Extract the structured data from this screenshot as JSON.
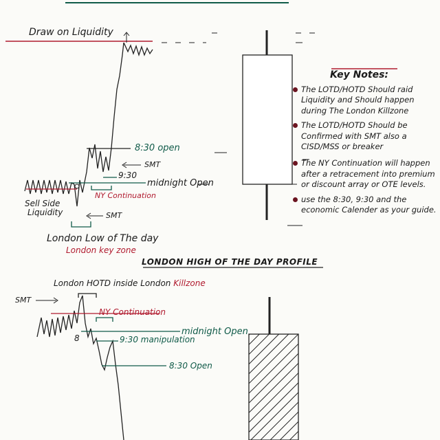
{
  "top_diagram": {
    "draw_on_liquidity": "Draw on Liquidity",
    "open_830": "8:30 open",
    "smt_top": "SMT",
    "time_930": "9:30",
    "midnight_open": "midnight Open",
    "ny_continuation": "NY Continuation",
    "sell_side_liquidity_1": "Sell Side",
    "sell_side_liquidity_2": "Liquidity",
    "smt_bottom": "SMT",
    "london_low": "London Low of The day",
    "london_key_zone": "London key zone"
  },
  "key_notes": {
    "heading": "Key Notes:",
    "items": [
      "The LOTD/HOTD Should raid Liquidity and Should happen during The London Killzone",
      "The LOTD/HOTD Should be Confirmed with SMT also a CISD/MSS or breaker",
      "The NY Continuation will happen after a retracement into premium or discount array or OTE levels.",
      "use the 8:30, 9:30 and the economic Calender as your guide."
    ]
  },
  "bottom_diagram": {
    "section_title": "LONDON HIGH OF THE DAY PROFILE",
    "hotd_label_1": "London HOTD inside London",
    "hotd_label_2": "Killzone",
    "smt": "SMT",
    "ny_continuation": "NY Continuation",
    "midnight_open": "midnight Open",
    "manipulation": "9:30 manipulation",
    "open_830": "8:30 Open",
    "eight": "8"
  },
  "colors": {
    "ink": "#1a1a1a",
    "red": "#b01a2e",
    "green": "#0f5a48"
  }
}
